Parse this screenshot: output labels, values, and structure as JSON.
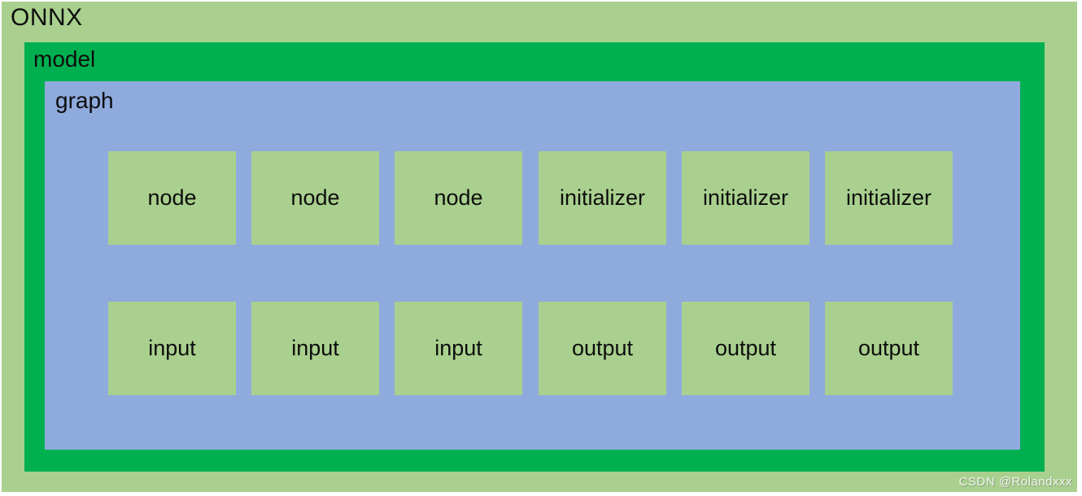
{
  "diagram": {
    "onnx_label": "ONNX",
    "model_label": "model",
    "graph_label": "graph",
    "boxes": {
      "row1": [
        "node",
        "node",
        "node",
        "initializer",
        "initializer",
        "initializer"
      ],
      "row2": [
        "input",
        "input",
        "input",
        "output",
        "output",
        "output"
      ]
    }
  },
  "colors": {
    "outer_background_green": "#a9d08e",
    "model_green": "#00b050",
    "graph_blue": "#8faadc",
    "inner_box_green": "#a9d08e",
    "label_text": "#0d0d0d",
    "watermark_text": "#ffffff"
  },
  "watermark": {
    "text": "CSDN @Rolandxxx"
  }
}
